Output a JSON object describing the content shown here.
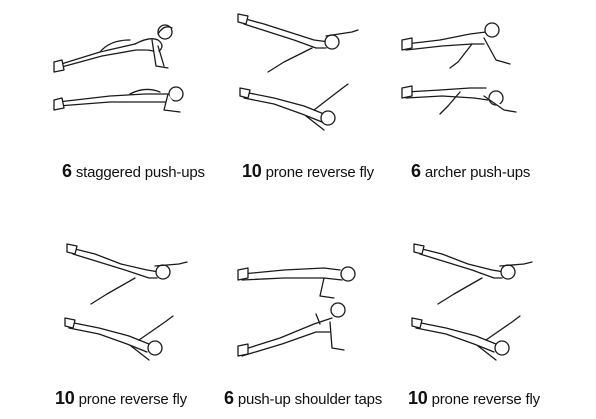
{
  "exercises": [
    {
      "count": "6",
      "name": "staggered push-ups",
      "pose_top": "pushup-high",
      "pose_bottom": "pushup-low"
    },
    {
      "count": "10",
      "name": "prone reverse fly",
      "pose_top": "superman-arms",
      "pose_bottom": "superman-flat"
    },
    {
      "count": "6",
      "name": "archer push-ups",
      "pose_top": "archer-high",
      "pose_bottom": "archer-low"
    },
    {
      "count": "10",
      "name": "prone reverse fly",
      "pose_top": "superman-arms",
      "pose_bottom": "superman-flat"
    },
    {
      "count": "6",
      "name": "push-up shoulder taps",
      "pose_top": "pushup-low",
      "pose_bottom": "shoulder-tap"
    },
    {
      "count": "10",
      "name": "prone reverse fly",
      "pose_top": "superman-arms",
      "pose_bottom": "superman-flat"
    }
  ],
  "style": {
    "line_color": "#1a1a1a",
    "fill_color": "#ffffff"
  }
}
